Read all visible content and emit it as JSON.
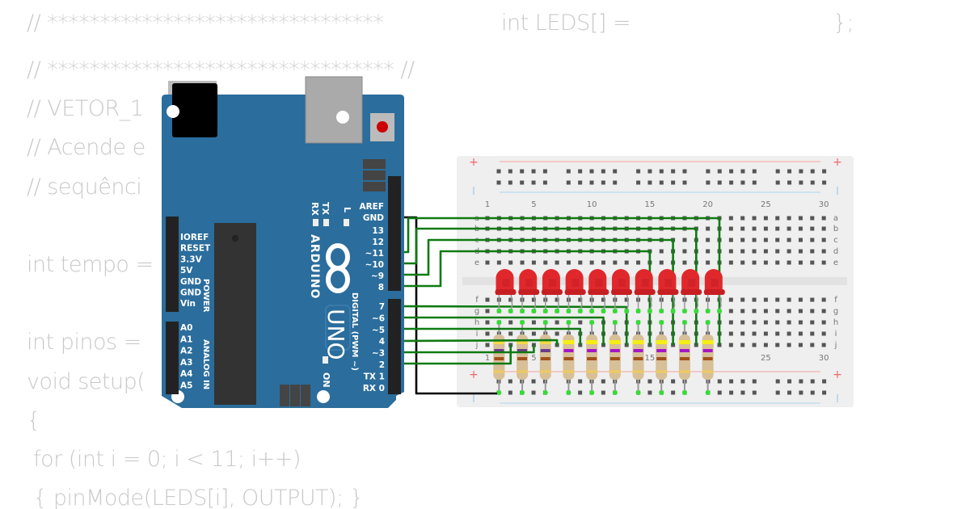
{
  "code_lines": [
    "// ********************************* //",
    "// VETOR_1",
    "// Acende e",
    "// sequênci",
    "// ********************************",
    "int tempo =",
    "int LEDS[] =                               };",
    "int pinos =",
    "void setup(",
    "{",
    " for (int i = 0; i < 11; i++)",
    " { pinMode(LEDS[i], OUTPUT); }"
  ],
  "arduino": {
    "brand": "ARDUINO",
    "model": "UNO",
    "on_label": "ON",
    "tx_label": "TX",
    "rx_label": "RX",
    "l_label": "L",
    "power_title": "POWER",
    "analog_title": "ANALOG IN",
    "digital_title": "DIGITAL (PWM ~)",
    "power_pins": [
      "IOREF",
      "RESET",
      "3.3V",
      "5V",
      "GND",
      "GND",
      "Vin"
    ],
    "analog_pins": [
      "A0",
      "A1",
      "A2",
      "A3",
      "A4",
      "A5"
    ],
    "digital_top": [
      "AREF",
      "GND",
      "13",
      "12",
      "~11",
      "~10",
      "~9",
      "8"
    ],
    "digital_bottom": [
      "7",
      "~6",
      "~5",
      "4",
      "~3",
      "2",
      "TX 1",
      "RX 0"
    ]
  },
  "breadboard": {
    "column_numbers": [
      "1",
      "5",
      "10",
      "15",
      "20",
      "25",
      "30"
    ],
    "rows_top": [
      "a",
      "b",
      "c",
      "d",
      "e"
    ],
    "rows_bottom": [
      "f",
      "g",
      "h",
      "i",
      "j"
    ],
    "plus_label": "+"
  },
  "colors": {
    "board": "#2b6d9c",
    "wire_signal": "#0f7a12",
    "wire_gnd": "#000000",
    "led": "#e0282c",
    "code_text": "#c9c9c9",
    "breadboard": "#efefef"
  },
  "led_count": 10,
  "resistor_count": 10
}
